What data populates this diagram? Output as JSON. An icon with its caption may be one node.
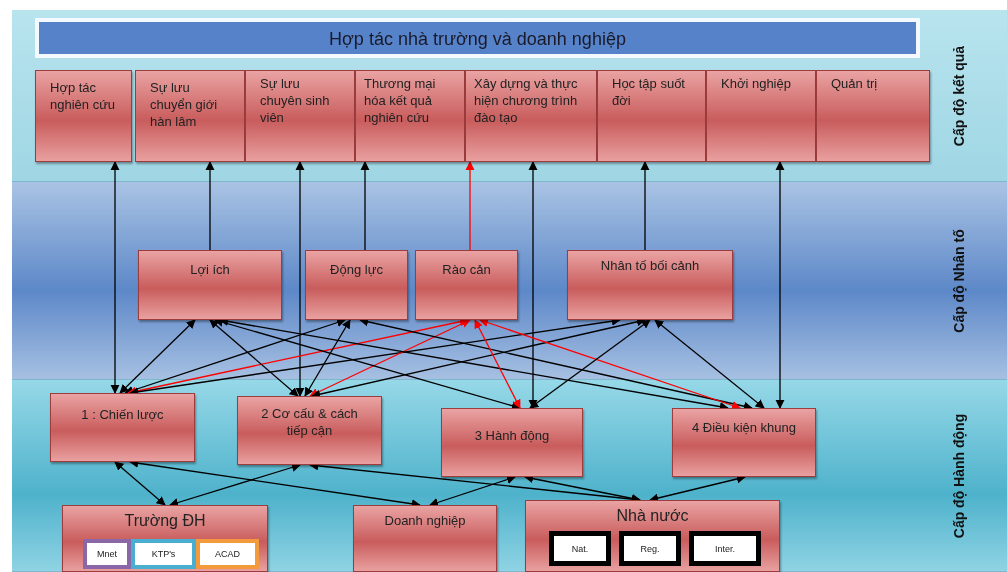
{
  "diagram": {
    "nodes": [
      {
        "text": [
          "Cấp độ kết quả"
        ]
      },
      {
        "text": [
          "Hợp tác nhà trường và doanh nghiệp"
        ],
        "in": 0
      },
      {
        "text": [
          "Hợp tác nghiên cứu"
        ],
        "in": 0
      },
      {
        "text": [
          "Sự lưu chuyển giới hàn lâm"
        ],
        "in": 0
      },
      {
        "text": [
          "Sự lưu chuyên sinh viên"
        ],
        "in": 0
      },
      {
        "text": [
          "Thương mại hóa kết quả nghiên cứu"
        ],
        "in": 0
      },
      {
        "text": [
          "Xây dựng và thực hiện chương trình đào tạo"
        ],
        "in": 0
      },
      {
        "text": [
          "Học tập suốt đời"
        ],
        "in": 0
      },
      {
        "text": [
          "Khởi nghiệp"
        ],
        "in": 0
      },
      {
        "text": [
          "Quản trị"
        ],
        "in": 0
      },
      {
        "text": [
          "Cấp độ Nhân tố"
        ]
      },
      {
        "text": [
          "Lợi ích"
        ],
        "in": 10
      },
      {
        "text": [
          "Động lực"
        ],
        "in": 10
      },
      {
        "text": [
          "Rào cản"
        ],
        "in": 10
      },
      {
        "text": [
          "Nhân tố bối cảnh"
        ],
        "in": 10
      },
      {
        "text": [
          "Cấp độ Hành động"
        ]
      },
      {
        "text": [
          "1 : Chiến lược"
        ],
        "in": 15
      },
      {
        "text": [
          "2 Cơ cấu & cách tiếp cận"
        ],
        "in": 15
      },
      {
        "text": [
          "3 Hành động"
        ],
        "in": 15
      },
      {
        "text": [
          "4 Điều kiện khung"
        ],
        "in": 15
      },
      {
        "text": [
          "Trường ĐH"
        ],
        "in": 15
      },
      {
        "text": [
          "Mnet"
        ],
        "in": 20
      },
      {
        "text": [
          "KTP's"
        ],
        "in": 20
      },
      {
        "text": [
          "ACAD"
        ],
        "in": 20
      },
      {
        "text": [
          "Doanh nghiệp"
        ],
        "in": 15
      },
      {
        "text": [
          "Nhà nước"
        ],
        "in": 15
      },
      {
        "text": [
          "Nat."
        ],
        "in": 25
      },
      {
        "text": [
          "Reg."
        ],
        "in": 25
      },
      {
        "text": [
          "Inter."
        ],
        "in": 25
      }
    ],
    "edges": [
      {
        "from": 16,
        "to": 2,
        "arrow": "both"
      },
      {
        "from": 11,
        "to": 3,
        "arrow": "to"
      },
      {
        "from": 17,
        "to": 4,
        "arrow": "both"
      },
      {
        "from": 12,
        "to": 5,
        "arrow": "to"
      },
      {
        "from": 13,
        "to": 6,
        "arrow": "to",
        "color": "#ff0000"
      },
      {
        "from": 18,
        "to": 6,
        "arrow": "both"
      },
      {
        "from": 14,
        "to": 7,
        "arrow": "to"
      },
      {
        "from": 19,
        "to": 8,
        "arrow": "both"
      },
      {
        "from": 16,
        "to": 11,
        "arrow": "both"
      },
      {
        "from": 16,
        "to": 12,
        "arrow": "both"
      },
      {
        "from": 16,
        "to": 13,
        "arrow": "both",
        "color": "#ff0000"
      },
      {
        "from": 16,
        "to": 14,
        "arrow": "both"
      },
      {
        "from": 17,
        "to": 11,
        "arrow": "both"
      },
      {
        "from": 17,
        "to": 12,
        "arrow": "both"
      },
      {
        "from": 17,
        "to": 13,
        "arrow": "both",
        "color": "#ff0000"
      },
      {
        "from": 17,
        "to": 14,
        "arrow": "both"
      },
      {
        "from": 11,
        "to": 18,
        "arrow": "both"
      },
      {
        "from": 11,
        "to": 19,
        "arrow": "both"
      },
      {
        "from": 12,
        "to": 19,
        "arrow": "both"
      },
      {
        "from": 13,
        "to": 18,
        "arrow": "both",
        "color": "#ff0000"
      },
      {
        "from": 13,
        "to": 19,
        "arrow": "both",
        "color": "#ff0000"
      },
      {
        "from": 14,
        "to": 18,
        "arrow": "both"
      },
      {
        "from": 14,
        "to": 19,
        "arrow": "both"
      },
      {
        "from": 16,
        "to": 20,
        "arrow": "both"
      },
      {
        "from": 16,
        "to": 24,
        "arrow": "both"
      },
      {
        "from": 17,
        "to": 20,
        "arrow": "both"
      },
      {
        "from": 17,
        "to": 25,
        "arrow": "both"
      },
      {
        "from": 18,
        "to": 24,
        "arrow": "both"
      },
      {
        "from": 18,
        "to": 25,
        "arrow": "both"
      },
      {
        "from": 19,
        "to": 25,
        "arrow": "both"
      }
    ]
  }
}
